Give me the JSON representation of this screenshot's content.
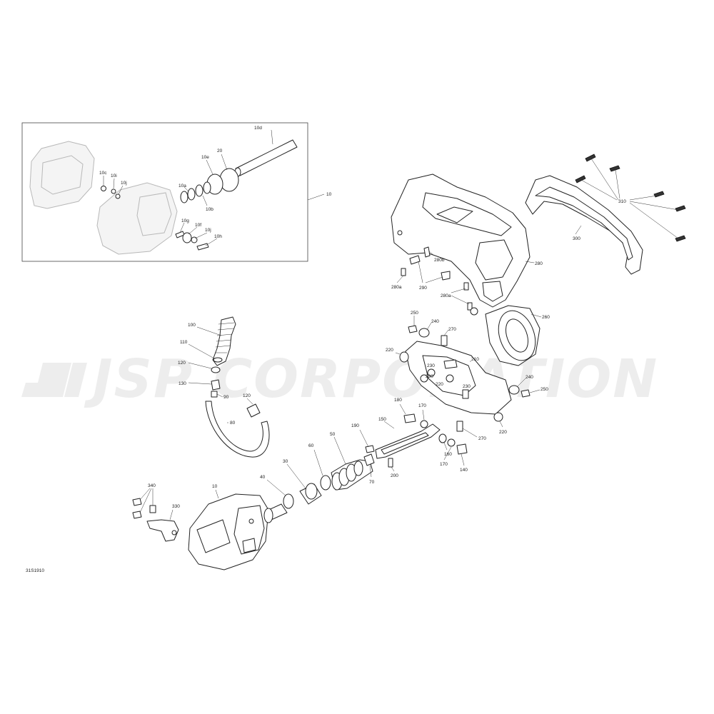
{
  "watermark": {
    "text": "JSP CORPORATION"
  },
  "diagram_code": "31S1910",
  "inset_labels": [
    "10",
    "10a",
    "10b",
    "10c",
    "10d",
    "10e",
    "10f",
    "10g",
    "10h",
    "10i",
    "10j",
    "20"
  ],
  "part_labels": {
    "p10": "10",
    "p30": "30",
    "p40": "40",
    "p50": "50",
    "p60": "60",
    "p70": "70",
    "p80": "80",
    "p90": "90",
    "p100": "100",
    "p110": "110",
    "p120a": "120",
    "p120b": "120",
    "p130": "130",
    "p140": "140",
    "p150": "150",
    "p160": "160",
    "p170a": "170",
    "p170b": "170",
    "p180": "180",
    "p190": "190",
    "p200": "200",
    "p210": "210",
    "p220a": "220",
    "p220b": "220",
    "p220c": "220",
    "p230a": "230",
    "p230b": "230",
    "p230c": "230",
    "p240a": "240",
    "p240b": "240",
    "p250a": "250",
    "p250b": "250",
    "p260": "260",
    "p270a": "270",
    "p270b": "270",
    "p280": "280",
    "p280a1": "280a",
    "p280a2": "280a",
    "p280b": "280b",
    "p290": "290",
    "p300": "300",
    "p310": "310",
    "p330": "330",
    "p340": "340"
  }
}
